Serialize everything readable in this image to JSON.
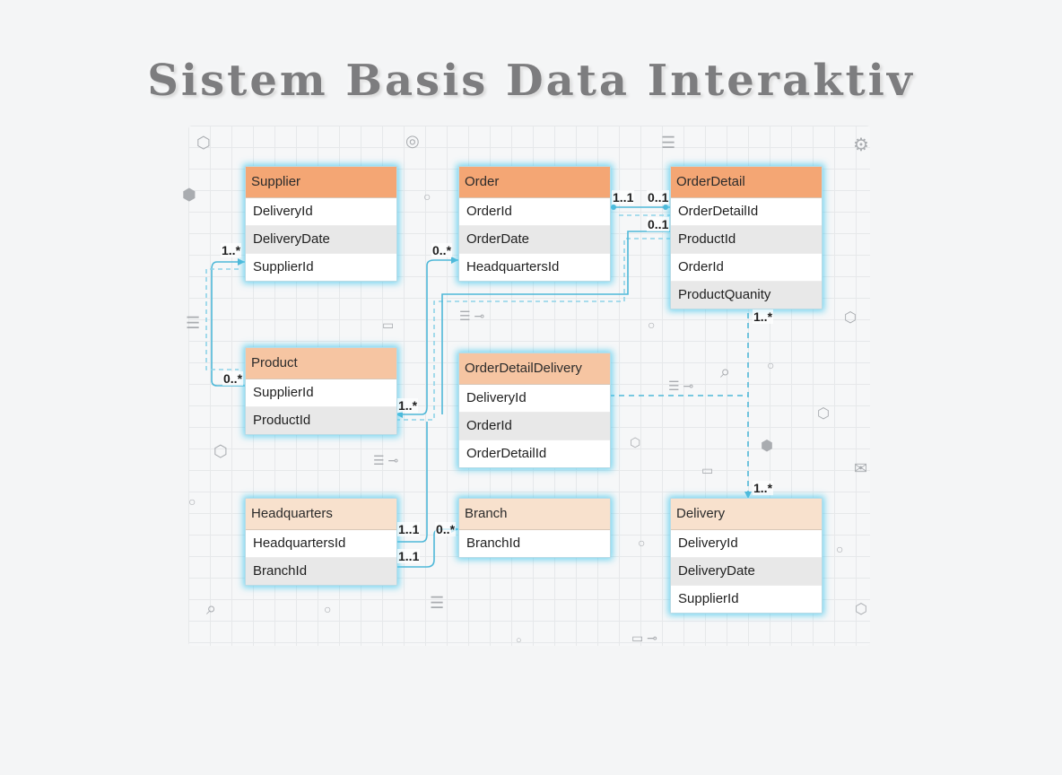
{
  "title": "Sistem Basis Data Interaktiv",
  "colors": {
    "header_strong": "#f4a674",
    "header_mid": "#f6c5a2",
    "header_light": "#f8e1cd",
    "glow": "#48c8ec",
    "connector": "#4fb8d8"
  },
  "entities": [
    {
      "id": "supplier",
      "name": "Supplier",
      "fields": [
        "DeliveryId",
        "DeliveryDate",
        "SupplierId"
      ]
    },
    {
      "id": "order",
      "name": "Order",
      "fields": [
        "OrderId",
        "OrderDate",
        "HeadquartersId"
      ]
    },
    {
      "id": "orderdetail",
      "name": "OrderDetail",
      "fields": [
        "OrderDetailId",
        "ProductId",
        "OrderId",
        "ProductQuanity"
      ]
    },
    {
      "id": "product",
      "name": "Product",
      "fields": [
        "SupplierId",
        "ProductId"
      ]
    },
    {
      "id": "orderdetaildelivery",
      "name": "OrderDetailDelivery",
      "fields": [
        "DeliveryId",
        "OrderId",
        "OrderDetailId"
      ]
    },
    {
      "id": "headquarters",
      "name": "Headquarters",
      "fields": [
        "HeadquartersId",
        "BranchId"
      ]
    },
    {
      "id": "branch",
      "name": "Branch",
      "fields": [
        "BranchId"
      ]
    },
    {
      "id": "delivery",
      "name": "Delivery",
      "fields": [
        "DeliveryId",
        "DeliveryDate",
        "SupplierId"
      ]
    }
  ],
  "cardinalities": {
    "supplier_side": "1..*",
    "product_side": "0..*",
    "order_left": "0..*",
    "product_right": "1..*",
    "order_right": "1..1",
    "orderdetail_top": "0..1",
    "orderdetail_second": "0..1",
    "orderdetail_bottom": "1..*",
    "delivery_top": "1..*",
    "hq_top": "1..1",
    "hq_bottom": "1..1",
    "branch_left": "0..*"
  },
  "icons": [
    "cube-icon",
    "database-icon",
    "magnifier-icon",
    "envelope-icon",
    "folder-icon",
    "gear-icon"
  ]
}
